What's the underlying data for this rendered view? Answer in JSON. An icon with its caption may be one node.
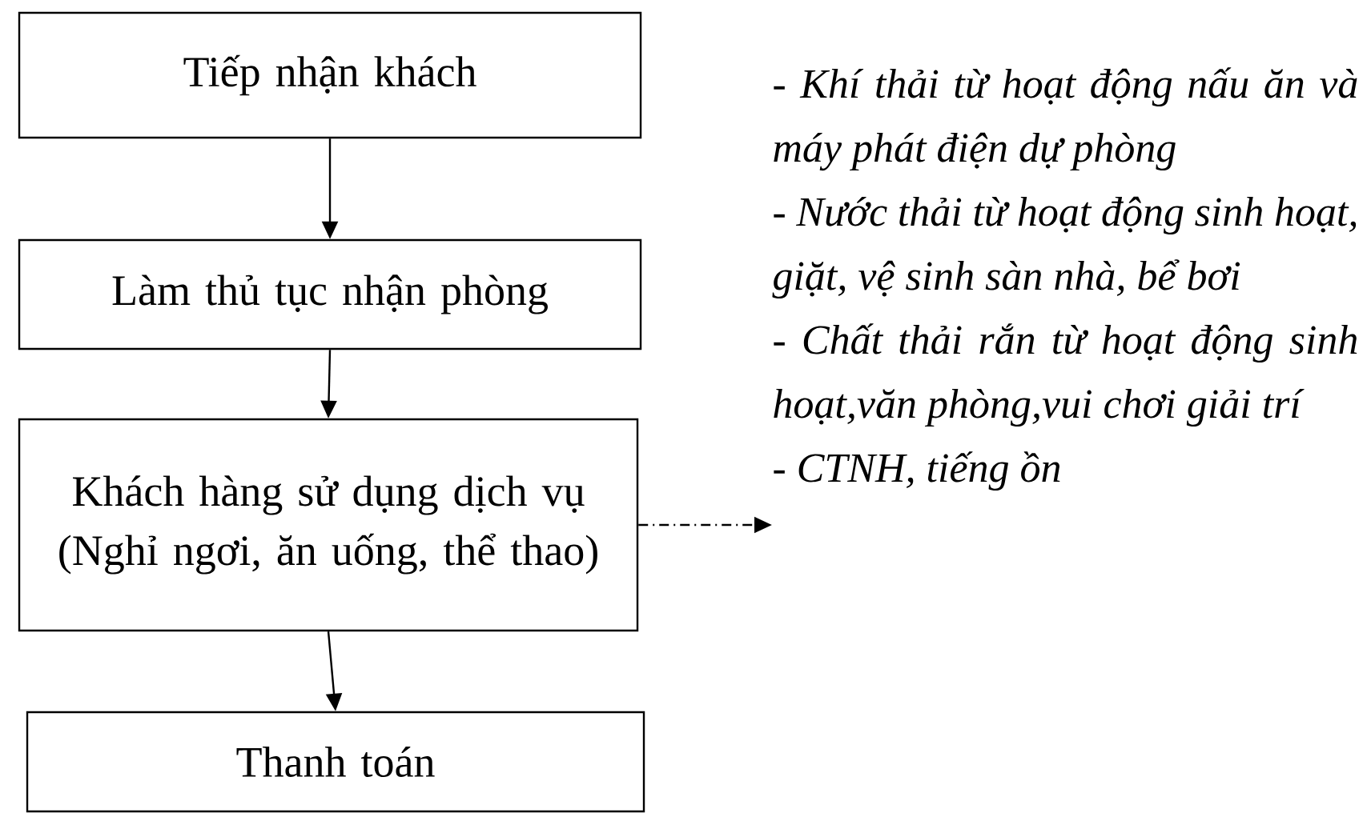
{
  "diagram": {
    "nodes": [
      {
        "text": [
          "Tiếp nhận khách"
        ]
      },
      {
        "text": [
          "Làm thủ tục nhận phòng"
        ]
      },
      {
        "text": [
          "Khách hàng sử dụng dịch vụ (Nghỉ ngơi, ăn uống, thể thao)"
        ]
      },
      {
        "text": [
          "Thanh toán"
        ]
      },
      {
        "text": [
          "- Khí thải từ hoạt động nấu ăn và máy phát điện dự phòng",
          "- Nước thải từ hoạt động sinh hoạt, giặt, vệ sinh sàn nhà, bể bơi",
          "- Chất  thải rắn từ hoạt động sinh hoạt,văn phòng,vui chơi giải trí",
          "- CTNH, tiếng ồn"
        ]
      }
    ],
    "edges": [
      {
        "from": 0,
        "to": 1,
        "arrow": "to"
      },
      {
        "from": 1,
        "to": 2,
        "arrow": "to"
      },
      {
        "from": 2,
        "to": 3,
        "arrow": "to"
      },
      {
        "from": 2,
        "to": 4,
        "arrow": "to",
        "style": "dashed"
      }
    ]
  }
}
